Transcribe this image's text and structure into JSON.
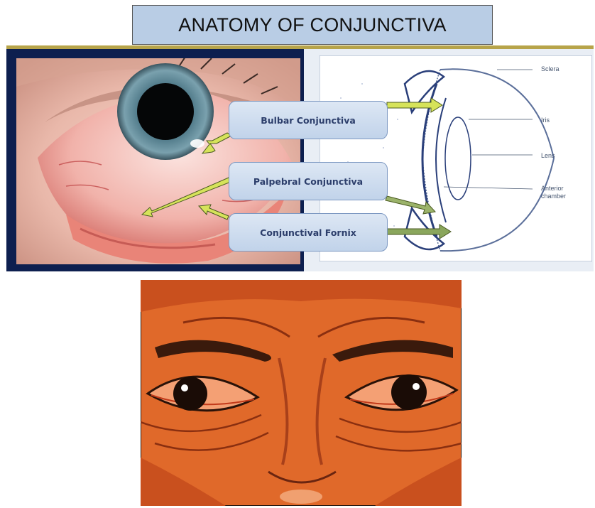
{
  "title": "ANATOMY OF CONJUNCTIVA",
  "callouts": {
    "bulbar": "Bulbar Conjunctiva",
    "palpebral": "Palpebral Conjunctiva",
    "fornix": "Conjunctival Fornix"
  },
  "schematic_labels": {
    "sclera": "Sclera",
    "iris": "Iris",
    "lens": "Lens",
    "anterior_chamber_1": "Anterior",
    "anterior_chamber_2": "chamber"
  },
  "colors": {
    "title_fill": "#b9cde5",
    "panel_navy": "#0d1f4f",
    "callout_fill": "#c9d8ec",
    "arrow_fill": "#d6e35a",
    "arrow_green": "#6f8a4a",
    "cartoon_skin": "#e0692a"
  }
}
